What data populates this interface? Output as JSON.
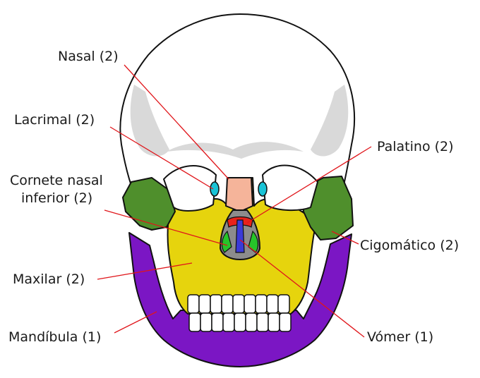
{
  "labels": {
    "nasal": "Nasal (2)",
    "lacrimal": "Lacrimal (2)",
    "cornete_line1": "Cornete nasal",
    "cornete_line2": "inferior (2)",
    "maxilar": "Maxilar (2)",
    "mandibula": "Mandíbula (1)",
    "palatino": "Palatino (2)",
    "cigomatico": "Cigomático (2)",
    "vomer": "Vómer (1)"
  },
  "colors": {
    "skull": "#ffffff",
    "shadow": "#d9d9d9",
    "mandible": "#7b16c4",
    "maxilla": "#e6d40d",
    "zygomatic": "#4f8f2c",
    "nasal": "#f5b49a",
    "lacrimal": "#19c3d6",
    "palatine": "#e8221a",
    "inferior_concha": "#27c42a",
    "vomer": "#3a3ad8",
    "nasal_cavity": "#8c8c8c",
    "leader_line": "#e0161b"
  }
}
